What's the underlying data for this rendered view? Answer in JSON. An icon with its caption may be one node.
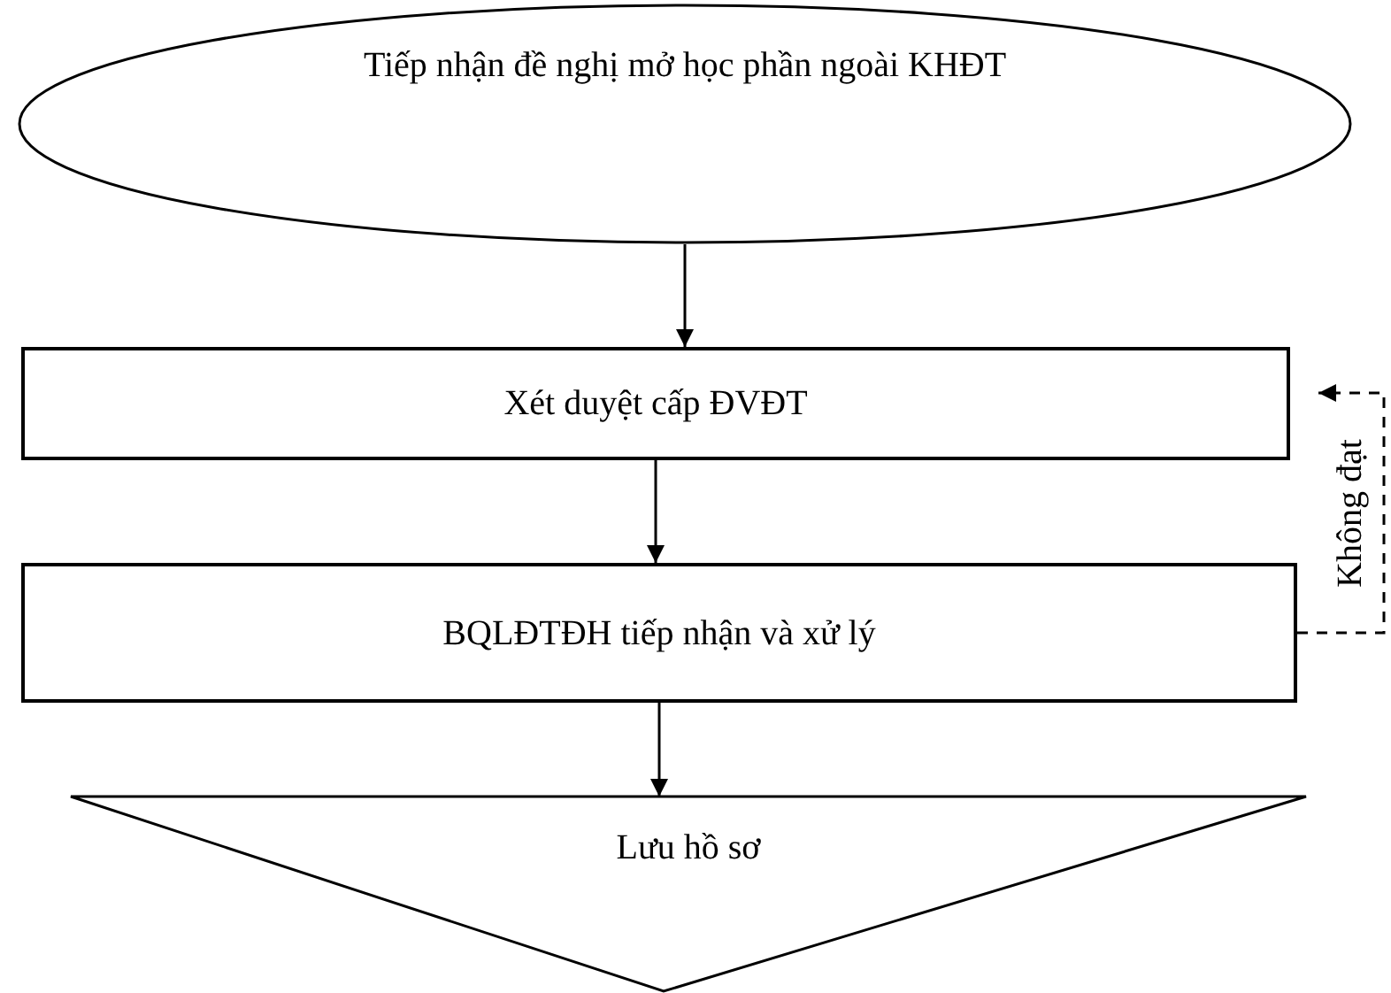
{
  "diagram": {
    "nodes": [
      {
        "text": [
          "Tiếp nhận đề nghị mở học phần ngoài KHĐT"
        ]
      },
      {
        "text": [
          "Xét duyệt cấp ĐVĐT"
        ]
      },
      {
        "text": [
          "BQLĐTĐH tiếp nhận và xử lý"
        ]
      },
      {
        "text": [
          "Lưu hồ sơ"
        ]
      }
    ],
    "edges": [
      {
        "from": 0,
        "to": 1,
        "arrow": "to"
      },
      {
        "from": 1,
        "to": 2,
        "arrow": "to"
      },
      {
        "from": 2,
        "to": 3,
        "arrow": "to"
      },
      {
        "from": 2,
        "to": 1,
        "arrow": "to",
        "label": "Không đạt",
        "style": "dashed"
      }
    ]
  }
}
